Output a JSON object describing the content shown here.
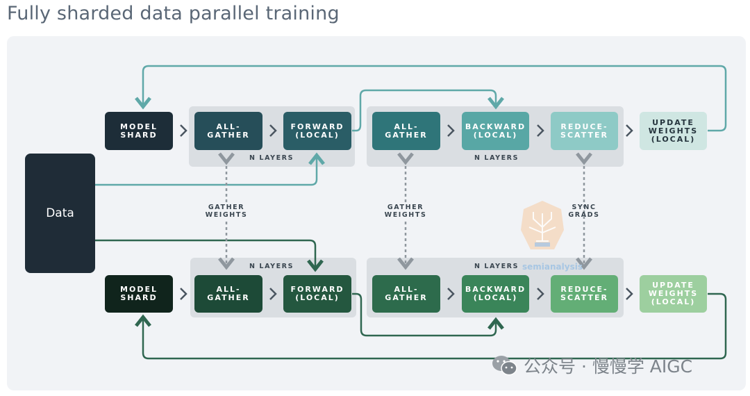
{
  "title": "Fully sharded data parallel training",
  "data_node": {
    "label": "Data"
  },
  "top_row": {
    "model_shard": "MODEL\nSHARD",
    "all_gather_1": "ALL-\nGATHER",
    "forward": "FORWARD\n(LOCAL)",
    "all_gather_2": "ALL-\nGATHER",
    "backward": "BACKWARD\n(LOCAL)",
    "reduce_scatter": "REDUCE-\nSCATTER",
    "update_weights": "UPDATE\nWEIGHTS\n(LOCAL)",
    "n_layers_1": "N LAYERS",
    "n_layers_2": "N LAYERS"
  },
  "bottom_row": {
    "model_shard": "MODEL\nSHARD",
    "all_gather_1": "ALL-\nGATHER",
    "forward": "FORWARD\n(LOCAL)",
    "all_gather_2": "ALL-\nGATHER",
    "backward": "BACKWARD\n(LOCAL)",
    "reduce_scatter": "REDUCE-\nSCATTER",
    "update_weights": "UPDATE\nWEIGHTS\n(LOCAL)",
    "n_layers_1": "N LAYERS",
    "n_layers_2": "N LAYERS"
  },
  "connectors": {
    "gather_weights_1": "GATHER\nWEIGHTS",
    "gather_weights_2": "GATHER\nWEIGHTS",
    "sync_grads": "SYNC\nGRADS"
  },
  "watermark": {
    "semianalysis": "semianalysis",
    "wechat": "公众号 · 慢慢学 AIGC"
  },
  "colors": {
    "top_line": "#5fa8a8",
    "bottom_line": "#2f6650",
    "dashed": "#8f979e",
    "chevron": "#4a5560"
  }
}
